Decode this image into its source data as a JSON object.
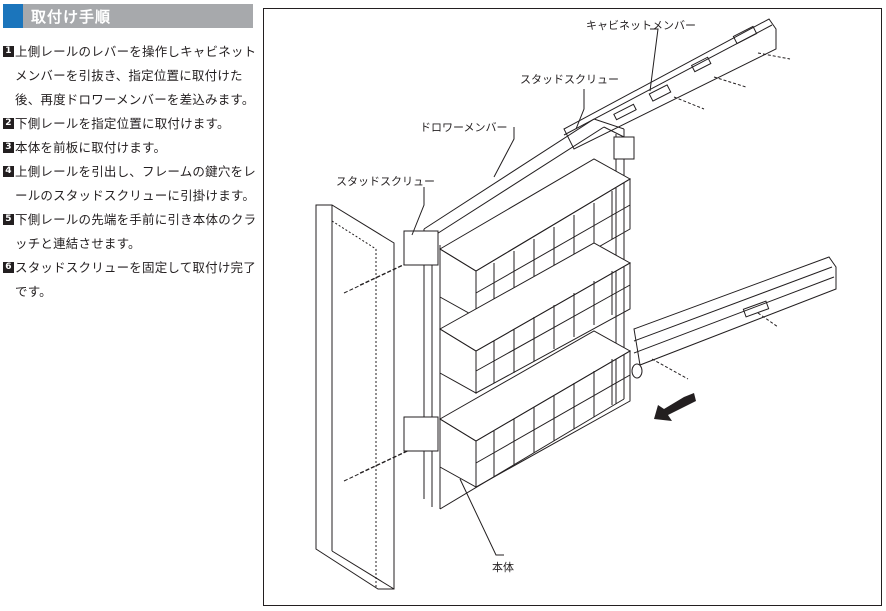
{
  "header": {
    "title": "取付け手順"
  },
  "steps": [
    {
      "num": "1",
      "text": "上側レールのレバーを操作しキャビネットメンバーを引抜き、指定位置に取付けた後、再度ドロワーメンバーを差込みます。"
    },
    {
      "num": "2",
      "text": "下側レールを指定位置に取付けます。"
    },
    {
      "num": "3",
      "text": "本体を前板に取付けます。"
    },
    {
      "num": "4",
      "text": "上側レールを引出し、フレームの鍵穴をレールのスタッドスクリューに引掛けます。"
    },
    {
      "num": "5",
      "text": "下側レールの先端を手前に引き本体のクラッチと連結させます。"
    },
    {
      "num": "6",
      "text": "スタッドスクリューを固定して取付け完了です。"
    }
  ],
  "figure": {
    "labels": {
      "cabinet_member": "キャビネットメンバー",
      "stud_screw_top": "スタッドスクリュー",
      "drawer_member": "ドロワーメンバー",
      "stud_screw_left": "スタッドスクリュー",
      "body": "本体"
    }
  },
  "colors": {
    "header_bg": "#a7a9ac",
    "header_accent": "#1b75bc",
    "ink": "#231f20"
  }
}
